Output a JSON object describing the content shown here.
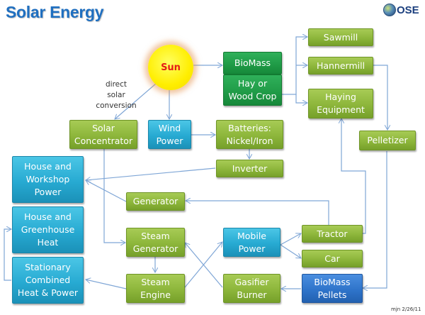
{
  "title": "Solar Energy",
  "logo": {
    "text": "OSE",
    "icon": "globe-icon"
  },
  "annotation": "direct\nsolar\nconversion",
  "signature": "mjn 2/26/11",
  "sun": {
    "label": "Sun",
    "color": "#ffee00",
    "text_color": "#e41b17"
  },
  "colors": {
    "process_green": "#8db63b",
    "output_blue": "#27aad2",
    "biomass_green": "#1f9a46",
    "pellets_blue": "#2d72c8",
    "connector": "#7fa6d6"
  },
  "nodes": {
    "biomass": "BioMass",
    "hay_wood": "Hay or\nWood Crop",
    "sawmill": "Sawmill",
    "hannermill": "Hannermill",
    "haying": "Haying\nEquipment",
    "pelletizer": "Pelletizer",
    "solar_concentrator": "Solar\nConcentrator",
    "wind_power": "Wind\nPower",
    "batteries": "Batteries:\nNickel/Iron",
    "inverter": "Inverter",
    "house_workshop": "House and\nWorkshop\nPower",
    "generator": "Generator",
    "house_greenhouse": "House and\nGreenhouse\nHeat",
    "steam_generator": "Steam\nGenerator",
    "mobile_power": "Mobile\nPower",
    "tractor": "Tractor",
    "car": "Car",
    "stationary_chp": "Stationary\nCombined\nHeat & Power",
    "steam_engine": "Steam\nEngine",
    "gasifier": "Gasifier\nBurner",
    "biomass_pellets": "BioMass\nPellets"
  },
  "edges": [
    [
      "sun",
      "biomass"
    ],
    [
      "sun",
      "solar_concentrator"
    ],
    [
      "sun",
      "wind_power"
    ],
    [
      "hay_wood",
      "sawmill"
    ],
    [
      "hay_wood",
      "hannermill"
    ],
    [
      "hay_wood",
      "haying"
    ],
    [
      "hannermill",
      "pelletizer"
    ],
    [
      "pelletizer",
      "biomass_pellets"
    ],
    [
      "wind_power",
      "batteries"
    ],
    [
      "batteries",
      "inverter"
    ],
    [
      "inverter",
      "house_workshop"
    ],
    [
      "generator",
      "house_workshop"
    ],
    [
      "tractor",
      "generator"
    ],
    [
      "tractor",
      "haying"
    ],
    [
      "solar_concentrator",
      "steam_generator"
    ],
    [
      "steam_generator",
      "steam_engine"
    ],
    [
      "steam_engine",
      "stationary_chp"
    ],
    [
      "stationary_chp",
      "house_greenhouse"
    ],
    [
      "steam_engine",
      "mobile_power"
    ],
    [
      "gasifier",
      "steam_generator"
    ],
    [
      "mobile_power",
      "tractor"
    ],
    [
      "mobile_power",
      "car"
    ],
    [
      "biomass_pellets",
      "gasifier"
    ]
  ]
}
